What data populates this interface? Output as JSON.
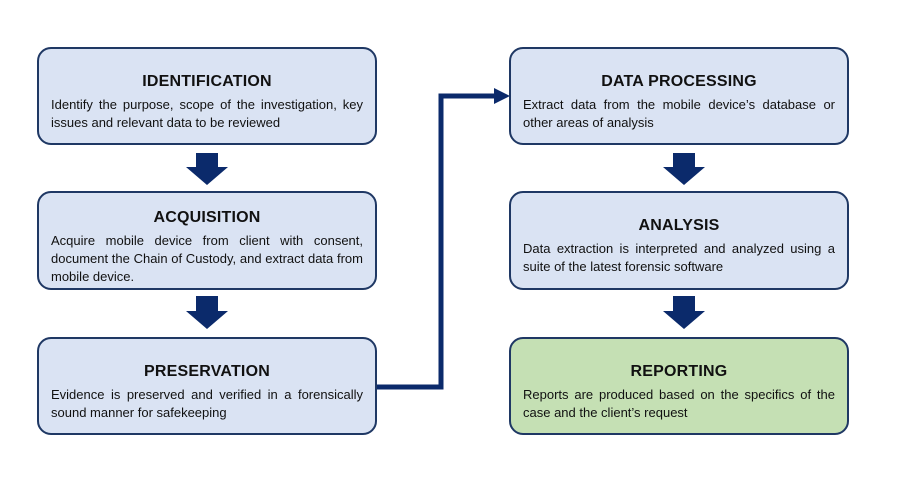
{
  "colors": {
    "box_fill": "#dae3f3",
    "box_fill_final": "#c5e0b4",
    "border": "#1f3864",
    "arrow": "#0b2a6b"
  },
  "steps": [
    {
      "title": "IDENTIFICATION",
      "description": "Identify the purpose, scope of the investigation, key issues and relevant data to be reviewed"
    },
    {
      "title": "ACQUISITION",
      "description": "Acquire mobile device from client with consent, document the Chain of Custody, and extract data from mobile device."
    },
    {
      "title": "PRESERVATION",
      "description": "Evidence is preserved and verified in a forensically sound manner for safekeeping"
    },
    {
      "title": "DATA PROCESSING",
      "description": "Extract data from the mobile device’s database or other areas of analysis"
    },
    {
      "title": "ANALYSIS",
      "description": "Data extraction is interpreted and analyzed using a suite of the latest forensic software"
    },
    {
      "title": "REPORTING",
      "description": "Reports are produced based on the specifics of the case and the client’s request"
    }
  ]
}
